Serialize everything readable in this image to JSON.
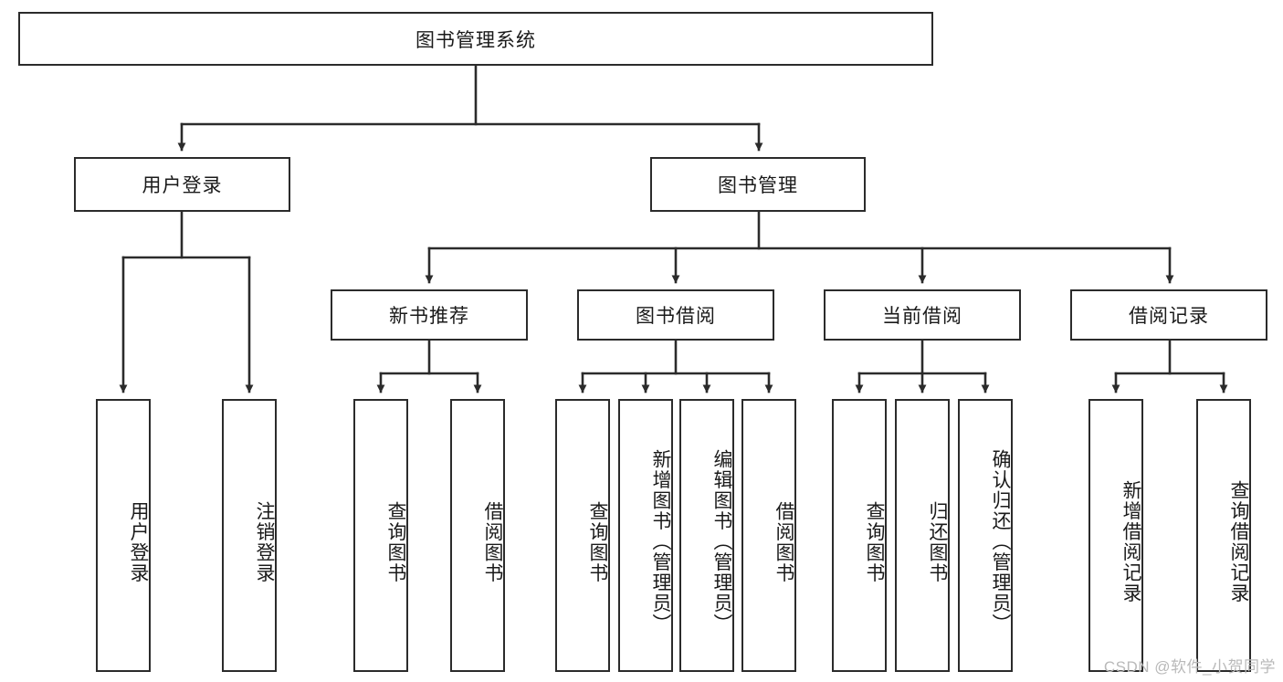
{
  "diagram": {
    "type": "tree-hierarchy",
    "title": "图书管理系统",
    "root": {
      "id": "root",
      "label": "图书管理系统",
      "orientation": "horizontal"
    },
    "level2": [
      {
        "id": "user-login",
        "label": "用户登录",
        "orientation": "horizontal"
      },
      {
        "id": "book-manage",
        "label": "图书管理",
        "orientation": "horizontal"
      }
    ],
    "level3": [
      {
        "id": "new-book-recommend",
        "label": "新书推荐",
        "orientation": "horizontal",
        "parent": "book-manage"
      },
      {
        "id": "book-borrow",
        "label": "图书借阅",
        "orientation": "horizontal",
        "parent": "book-manage"
      },
      {
        "id": "current-borrow",
        "label": "当前借阅",
        "orientation": "horizontal",
        "parent": "book-manage"
      },
      {
        "id": "borrow-record",
        "label": "借阅记录",
        "orientation": "horizontal",
        "parent": "book-manage"
      }
    ],
    "leaves": [
      {
        "id": "leaf-user-login",
        "label": "用户登录",
        "parent": "user-login"
      },
      {
        "id": "leaf-logout-login",
        "label": "注销登录",
        "parent": "user-login"
      },
      {
        "id": "leaf-query-book-1",
        "label": "查询图书",
        "parent": "new-book-recommend"
      },
      {
        "id": "leaf-borrow-book-1",
        "label": "借阅图书",
        "parent": "new-book-recommend"
      },
      {
        "id": "leaf-query-book-2",
        "label": "查询图书",
        "parent": "book-borrow"
      },
      {
        "id": "leaf-add-book",
        "label": "新增图书（管理员）",
        "parent": "book-borrow"
      },
      {
        "id": "leaf-edit-book",
        "label": "编辑图书（管理员）",
        "parent": "book-borrow"
      },
      {
        "id": "leaf-borrow-book-2",
        "label": "借阅图书",
        "parent": "book-borrow"
      },
      {
        "id": "leaf-query-book-3",
        "label": "查询图书",
        "parent": "current-borrow"
      },
      {
        "id": "leaf-return-book",
        "label": "归还图书",
        "parent": "current-borrow"
      },
      {
        "id": "leaf-confirm-return",
        "label": "确认归还（管理员）",
        "parent": "current-borrow"
      },
      {
        "id": "leaf-add-record",
        "label": "新增借阅记录",
        "parent": "borrow-record"
      },
      {
        "id": "leaf-query-record",
        "label": "查询借阅记录",
        "parent": "borrow-record"
      }
    ]
  },
  "watermark": {
    "text": "CSDN @软件_小贺同学"
  },
  "colors": {
    "border": "#2b2b2b",
    "text": "#1a1a1a",
    "background": "#ffffff",
    "watermark": "#b9b9b9"
  }
}
